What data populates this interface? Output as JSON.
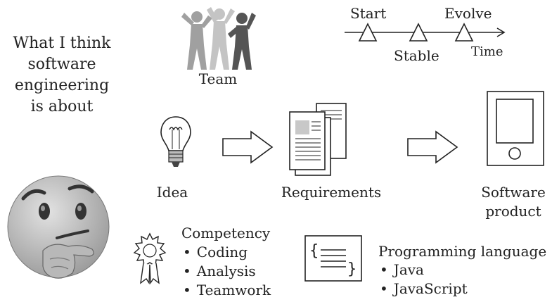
{
  "intro": {
    "lines": [
      "What I think",
      "software",
      "engineering",
      "is about"
    ]
  },
  "team": {
    "label": "Team",
    "icon": "team-people-icon"
  },
  "timeline": {
    "start": "Start",
    "stable": "Stable",
    "evolve": "Evolve",
    "time": "Time"
  },
  "flow": {
    "idea": "Idea",
    "requirements": "Requirements",
    "software_product": [
      "Software",
      "product"
    ]
  },
  "competency": {
    "title": "Competency",
    "items": [
      "Coding",
      "Analysis",
      "Teamwork"
    ],
    "icon": "award-ribbon-icon"
  },
  "programming": {
    "title": "Programming language",
    "items": [
      "Java",
      "JavaScript"
    ],
    "icon": "code-braces-icon"
  },
  "colors": {
    "ink": "#222222",
    "team_dark": "#555555",
    "team_mid": "#9a9a9a",
    "team_light": "#c4c4c4",
    "doc_highlight": "#c8c8c8",
    "emoji_face": "#cfcfcf"
  }
}
